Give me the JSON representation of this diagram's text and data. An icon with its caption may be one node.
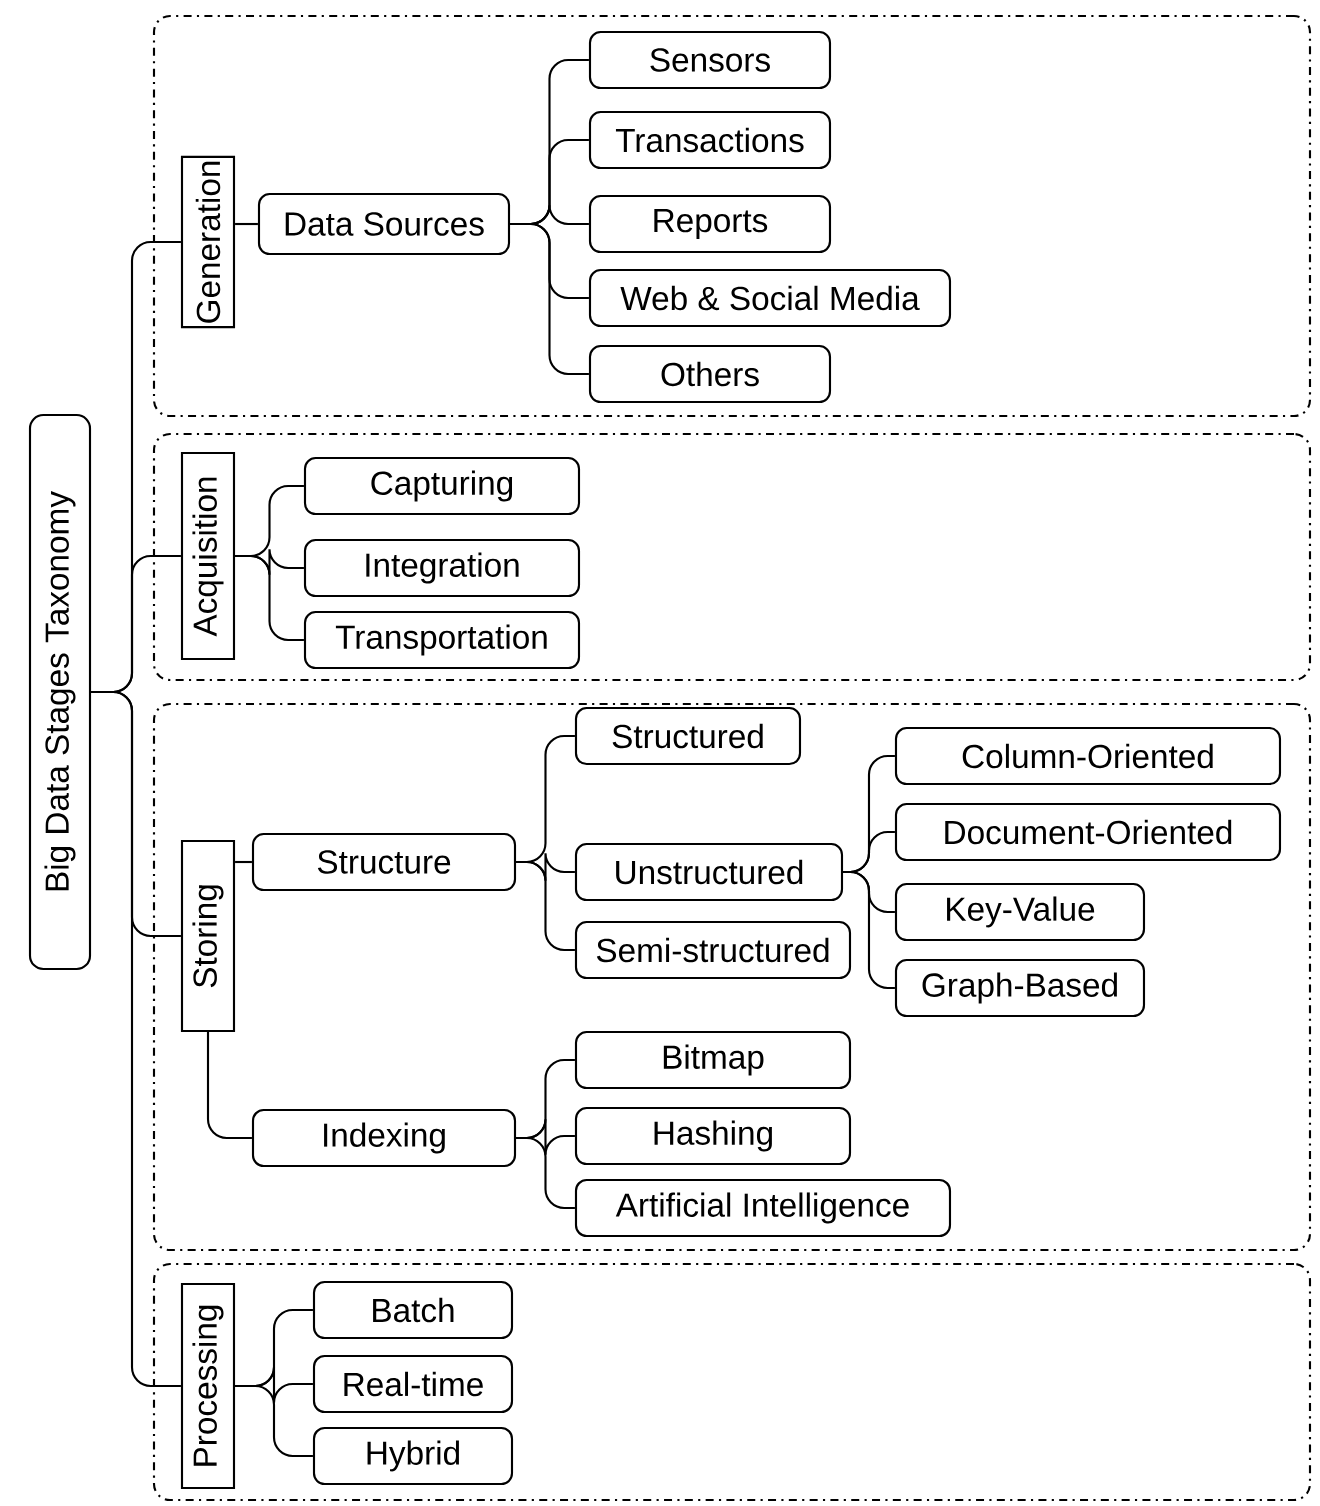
{
  "diagram": {
    "nodes": [
      {
        "text": [
          "Big Data Stages Taxonomy"
        ]
      },
      {
        "text": [],
        "shape": "box"
      },
      {
        "text": [
          "Generation"
        ],
        "in": 1
      },
      {
        "text": [
          "Data Sources"
        ],
        "in": 1
      },
      {
        "text": [
          "Sensors"
        ],
        "in": 1
      },
      {
        "text": [
          "Transactions"
        ],
        "in": 1
      },
      {
        "text": [
          "Reports"
        ],
        "in": 1
      },
      {
        "text": [
          "Web & Social Media"
        ],
        "in": 1
      },
      {
        "text": [
          "Others"
        ],
        "in": 1
      },
      {
        "text": [],
        "shape": "box"
      },
      {
        "text": [
          "Acquisition"
        ],
        "in": 9
      },
      {
        "text": [
          "Capturing"
        ],
        "in": 9
      },
      {
        "text": [
          "Integration"
        ],
        "in": 9
      },
      {
        "text": [
          "Transportation"
        ],
        "in": 9
      },
      {
        "text": [],
        "shape": "box"
      },
      {
        "text": [
          "Storing"
        ],
        "in": 14
      },
      {
        "text": [
          "Structure"
        ],
        "in": 14
      },
      {
        "text": [
          "Structured"
        ],
        "in": 14
      },
      {
        "text": [
          "Unstructured"
        ],
        "in": 14
      },
      {
        "text": [
          "Column-Oriented"
        ],
        "in": 14
      },
      {
        "text": [
          "Document-Oriented"
        ],
        "in": 14
      },
      {
        "text": [
          "Key-Value"
        ],
        "in": 14
      },
      {
        "text": [
          "Graph-Based"
        ],
        "in": 14
      },
      {
        "text": [
          "Semi-structured"
        ],
        "in": 14
      },
      {
        "text": [
          "Indexing"
        ],
        "in": 14
      },
      {
        "text": [
          "Bitmap"
        ],
        "in": 14
      },
      {
        "text": [
          "Hashing"
        ],
        "in": 14
      },
      {
        "text": [
          "Artificial Intelligence"
        ],
        "in": 14
      },
      {
        "text": [],
        "shape": "box"
      },
      {
        "text": [
          "Processing"
        ],
        "in": 28
      },
      {
        "text": [
          "Batch"
        ],
        "in": 28
      },
      {
        "text": [
          "Real-time"
        ],
        "in": 28
      },
      {
        "text": [
          "Hybrid"
        ],
        "in": 28
      }
    ],
    "edges": [
      {
        "from": 0,
        "to": 2,
        "arrow": "none"
      },
      {
        "from": 0,
        "to": 10,
        "arrow": "none"
      },
      {
        "from": 0,
        "to": 15,
        "arrow": "none"
      },
      {
        "from": 0,
        "to": 29,
        "arrow": "none"
      },
      {
        "from": 2,
        "to": 3,
        "arrow": "none"
      },
      {
        "from": 3,
        "to": 4,
        "arrow": "none"
      },
      {
        "from": 3,
        "to": 5,
        "arrow": "none"
      },
      {
        "from": 3,
        "to": 6,
        "arrow": "none"
      },
      {
        "from": 3,
        "to": 7,
        "arrow": "none"
      },
      {
        "from": 3,
        "to": 8,
        "arrow": "none"
      },
      {
        "from": 10,
        "to": 11,
        "arrow": "none"
      },
      {
        "from": 10,
        "to": 12,
        "arrow": "none"
      },
      {
        "from": 10,
        "to": 13,
        "arrow": "none"
      },
      {
        "from": 15,
        "to": 16,
        "arrow": "none"
      },
      {
        "from": 15,
        "to": 24,
        "arrow": "none"
      },
      {
        "from": 16,
        "to": 17,
        "arrow": "none"
      },
      {
        "from": 16,
        "to": 18,
        "arrow": "none"
      },
      {
        "from": 16,
        "to": 23,
        "arrow": "none"
      },
      {
        "from": 18,
        "to": 19,
        "arrow": "none"
      },
      {
        "from": 18,
        "to": 20,
        "arrow": "none"
      },
      {
        "from": 18,
        "to": 21,
        "arrow": "none"
      },
      {
        "from": 18,
        "to": 22,
        "arrow": "none"
      },
      {
        "from": 24,
        "to": 25,
        "arrow": "none"
      },
      {
        "from": 24,
        "to": 26,
        "arrow": "none"
      },
      {
        "from": 24,
        "to": 27,
        "arrow": "none"
      },
      {
        "from": 29,
        "to": 30,
        "arrow": "none"
      },
      {
        "from": 29,
        "to": 31,
        "arrow": "none"
      },
      {
        "from": 29,
        "to": 32,
        "arrow": "none"
      }
    ]
  }
}
